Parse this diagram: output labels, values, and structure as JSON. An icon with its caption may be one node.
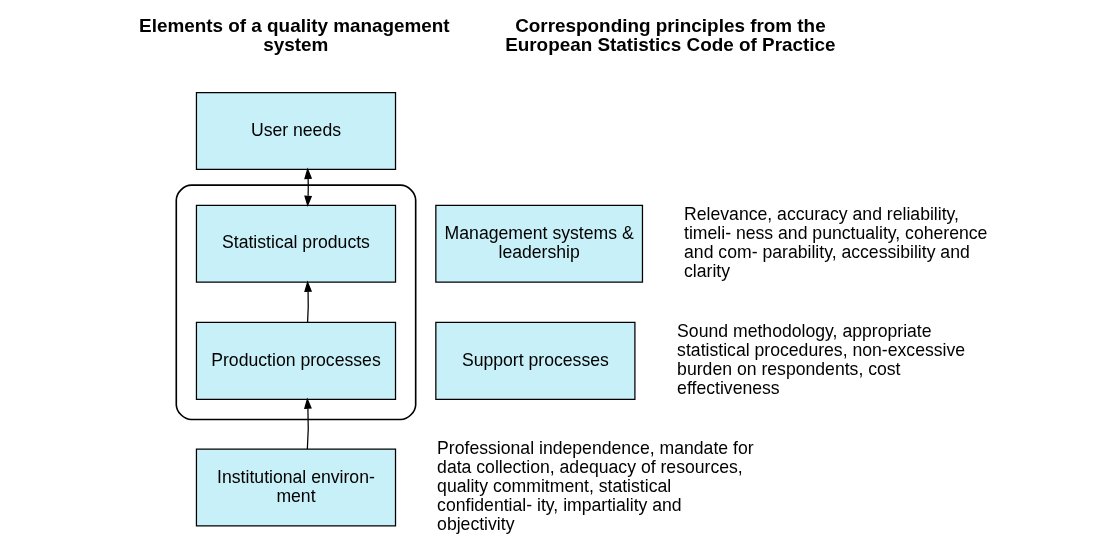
{
  "diagram": {
    "nodes": [
      {
        "text": [
          "User needs"
        ]
      },
      {
        "text": [],
        "shape": "box"
      },
      {
        "text": [
          "Statistical products"
        ],
        "in": 1
      },
      {
        "text": [
          "Production processes"
        ],
        "in": 1
      },
      {
        "text": [
          "Institutional environ- ment"
        ]
      },
      {
        "text": [
          "Management systems & leadership"
        ]
      },
      {
        "text": [
          "Support processes"
        ]
      }
    ],
    "edges": [
      {
        "from": 0,
        "to": 2,
        "arrow": "both"
      },
      {
        "from": 3,
        "to": 2,
        "arrow": "to"
      },
      {
        "from": 4,
        "to": 3,
        "arrow": "to"
      }
    ],
    "labels": [
      "Elements of a quality management system",
      "Corresponding principles from the European Statistics Code of Practice",
      "Relevance, accuracy and reliability, timeli- ness and punctuality, coherence and com- parability, accessibility and clarity",
      "Sound methodology, appropriate statistical procedures, non-excessive burden on respondents, cost effectiveness",
      "Professional independence, mandate for data collection, adequacy of resources, quality commitment, statistical confidential- ity, impartiality and objectivity"
    ]
  }
}
